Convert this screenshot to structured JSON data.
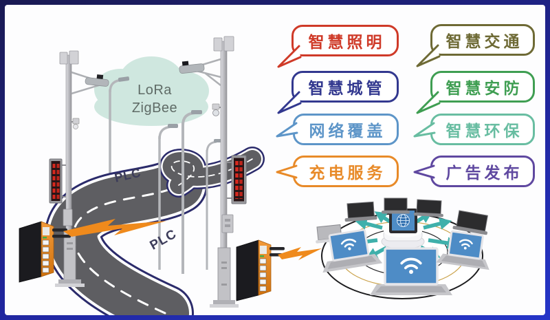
{
  "cloud": {
    "label_line1": "LoRa",
    "label_line2": "ZigBee"
  },
  "plc_labels": [
    "PLC",
    "PLC"
  ],
  "bubbles": [
    {
      "label": "智慧照明",
      "color": "#cf3a28",
      "tail": "diagonal-down-left"
    },
    {
      "label": "智慧交通",
      "color": "#6e6a35",
      "tail": "diagonal-down-left"
    },
    {
      "label": "智慧城管",
      "color": "#32388f",
      "tail": "diagonal-down-left"
    },
    {
      "label": "智慧安防",
      "color": "#3f9e52",
      "tail": "diagonal-down-left"
    },
    {
      "label": "网络覆盖",
      "color": "#5d95c8",
      "tail": "left"
    },
    {
      "label": "智慧环保",
      "color": "#68bda1",
      "tail": "left"
    },
    {
      "label": "充电服务",
      "color": "#e88a28",
      "tail": "left"
    },
    {
      "label": "广告发布",
      "color": "#5f48a0",
      "tail": "left"
    }
  ],
  "network": {
    "hub_icon": "globe-icon",
    "laptop_icon": "wifi-icon"
  },
  "colors": {
    "frame-top": "#1a1a52",
    "frame-bottom": "#2535c8",
    "cloud": "#cfe7df",
    "cloud-text": "#5f6b66",
    "road": "#5e5e62",
    "road-edge": "#2b2b6b",
    "accent": "#ef8a1c",
    "teal": "#3fb0ab",
    "led": "#d6281e"
  }
}
